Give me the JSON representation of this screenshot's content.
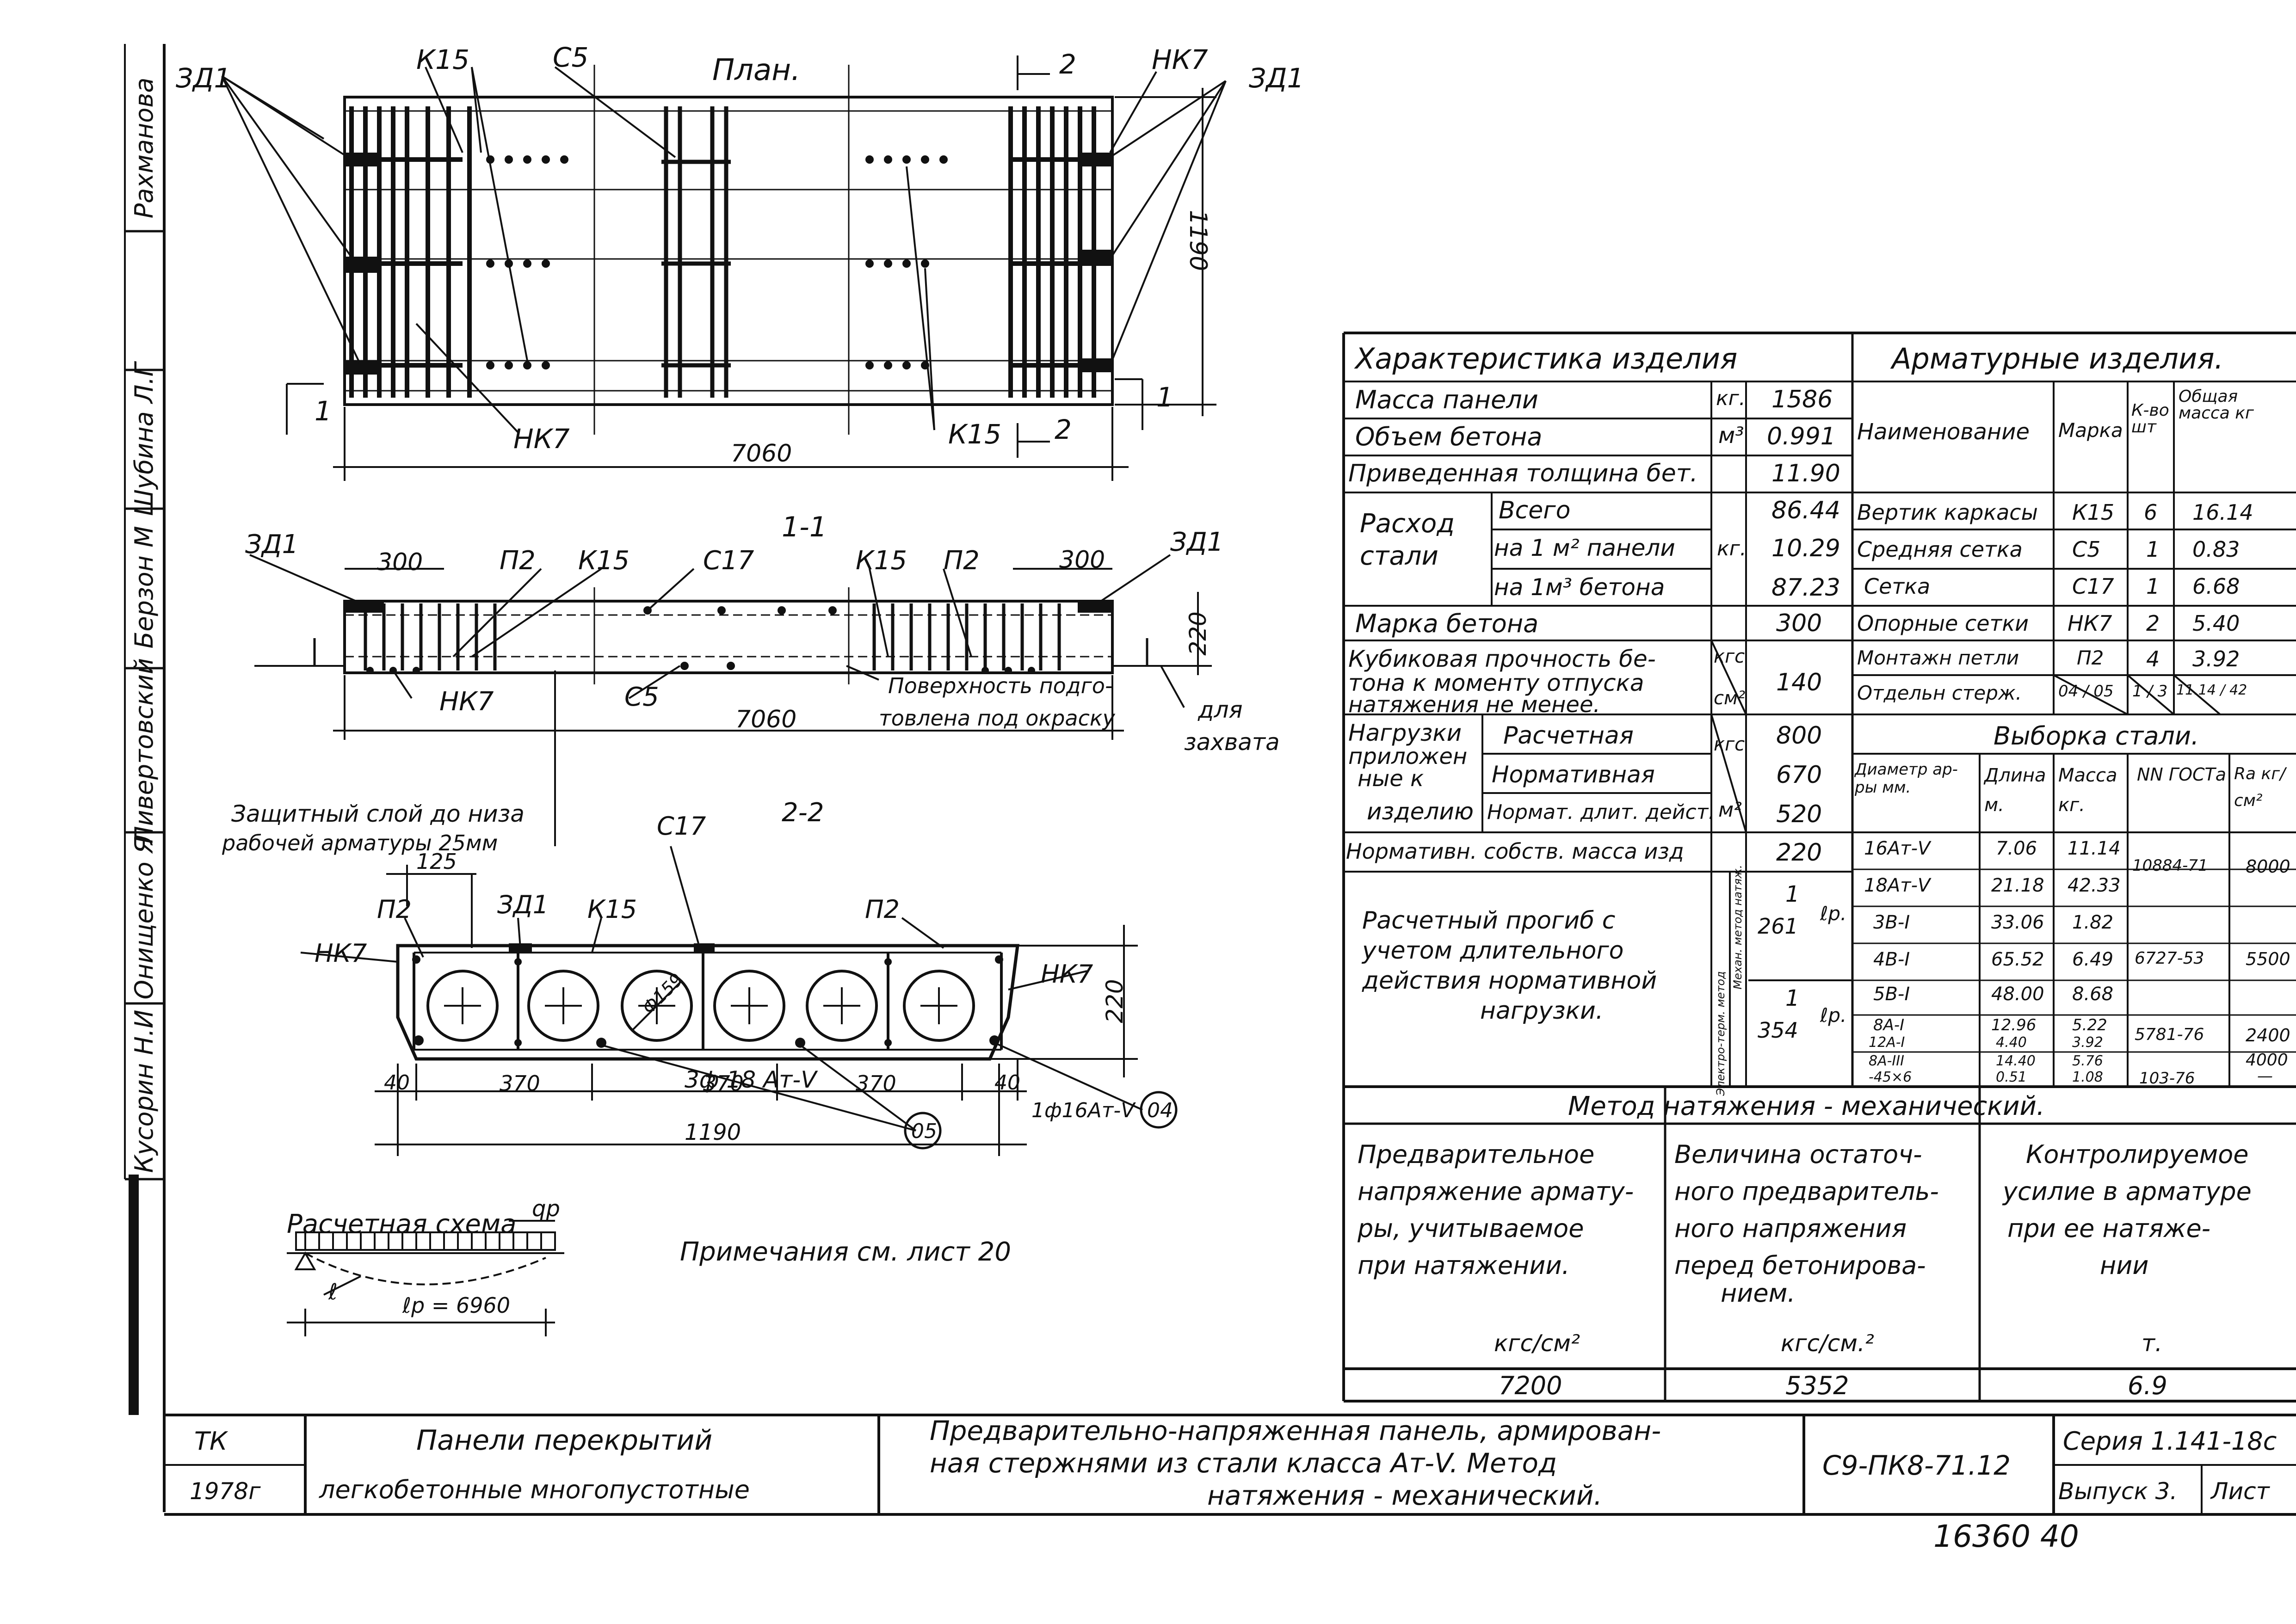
{
  "side_stamp": {
    "names": [
      "Кусорин Н.И",
      "Онищенко Я",
      "Ливертовский",
      "Берзон М",
      "Шубина Л.Г",
      "Рахманова"
    ]
  },
  "plan": {
    "title": "План.",
    "labels": {
      "zd1_left": "ЗД1",
      "k15_top": "К15",
      "c5": "С5",
      "sec2_top": "2",
      "nk7_top": "НК7",
      "zd1_right": "ЗД1",
      "dim_1190": "1190",
      "sec1_left": "1",
      "sec1_right": "1",
      "nk7_bottom": "НК7",
      "dim_7060": "7060",
      "k15_bottom": "К15",
      "sec2_bottom": "2"
    }
  },
  "section11": {
    "title": "1-1",
    "labels": {
      "zd1_left": "ЗД1",
      "dim_300_left": "300",
      "p2_left": "П2",
      "k15_left": "К15",
      "c17": "С17",
      "k15_right": "К15",
      "p2_right": "П2",
      "dim_300_right": "300",
      "zd1_right": "ЗД1",
      "dim_220": "220",
      "nk7": "НК7",
      "c5": "С5",
      "dim_7060": "7060",
      "surface_note_1": "Поверхность подго-",
      "surface_note_2": "товлена под окраску",
      "grip_1": "для",
      "grip_2": "захвата",
      "cover_note_1": "Защитный слой до низа",
      "cover_note_2": "рабочей арматуры 25мм"
    }
  },
  "section22": {
    "title": "2-2",
    "labels": {
      "dim_125": "125",
      "p2_left": "П2",
      "zd1": "ЗД1",
      "k15": "К15",
      "c17": "С17",
      "p2_right": "П2",
      "nk7_left": "НК7",
      "nk7_right": "НК7",
      "phi": "Ф159",
      "dim_220": "220",
      "bars_3": "3ф 18 Ат-V",
      "mark_05": "05",
      "bars_1": "1ф16Ат-V",
      "mark_04": "04",
      "dim_40_left": "40",
      "dim_370_1": "370",
      "dim_370_2": "370",
      "dim_370_3": "370",
      "dim_40_right": "40",
      "dim_1190": "1190"
    }
  },
  "scheme": {
    "title": "Расчетная схема",
    "load": "qр",
    "span": "ℓр = 6960",
    "l_mark": "ℓ",
    "note": "Примечания см. лист 20"
  },
  "characteristics": {
    "header": "Характеристика изделия",
    "rows": [
      {
        "name": "Масса панели",
        "unit": "кг.",
        "value": "1586"
      },
      {
        "name": "Объем бетона",
        "unit": "м³",
        "value": "0.991"
      },
      {
        "name": "Приведенная толщина бет.",
        "unit": "",
        "value": "11.90"
      }
    ],
    "steel": {
      "label_1": "Расход",
      "label_2": "стали",
      "unit": "кг.",
      "rows": [
        {
          "name": "Всего",
          "value": "86.44"
        },
        {
          "name": "на 1 м² панели",
          "value": "10.29"
        },
        {
          "name": "на 1м³ бетона",
          "value": "87.23"
        }
      ]
    },
    "grade": {
      "name": "Марка бетона",
      "value": "300"
    },
    "cube": {
      "line1": "Кубиковая прочность бе-",
      "line2": "тона к моменту отпуска",
      "line3": "натяжения не менее.",
      "unit_1": "кгс",
      "unit_2": "см²",
      "value": "140"
    },
    "loads": {
      "label_1": "Нагрузки",
      "label_2": "приложен",
      "label_3": "ные к",
      "label_4": "изделию",
      "unit_1": "кгс",
      "unit_2": "м²",
      "rows": [
        {
          "name": "Расчетная",
          "value": "800"
        },
        {
          "name": "Нормативная",
          "value": "670"
        },
        {
          "name": "Нормат. длит. дейст.",
          "value": "520"
        }
      ]
    },
    "own_weight": {
      "name": "Нормативн. собств. масса изд",
      "value": "220"
    },
    "deflection": {
      "line1": "Расчетный прогиб с",
      "line2": "учетом длительного",
      "line3": "действия нормативной",
      "line4": "нагрузки.",
      "method_mech": "Механ. метод натяж.",
      "method_el": "Электро-терм. метод",
      "frac_top": "1",
      "frac_bot_1": "261",
      "frac_bot_2": "354",
      "unit": "ℓр."
    }
  },
  "reinforcement": {
    "header": "Арматурные изделия.",
    "columns": [
      "Наименование",
      "Марка",
      "К-во шт",
      "Общая масса кг"
    ],
    "rows": [
      {
        "name": "Вертик каркасы",
        "mark": "К15",
        "qty": "6",
        "mass": "16.14"
      },
      {
        "name": "Средняя сетка",
        "mark": "С5",
        "qty": "1",
        "mass": "0.83"
      },
      {
        "name": "Сетка",
        "mark": "С17",
        "qty": "1",
        "mass": "6.68"
      },
      {
        "name": "Опорные сетки",
        "mark": "НК7",
        "qty": "2",
        "mass": "5.40"
      },
      {
        "name": "Монтажн петли",
        "mark": "П2",
        "qty": "4",
        "mass": "3.92"
      },
      {
        "name": "Отдельн стерж.",
        "mark": "04 / 05",
        "qty": "1 / 3",
        "mass": "11.14 / 42"
      }
    ]
  },
  "steel_selection": {
    "header": "Выборка стали.",
    "columns": [
      "Диаметр ар-ры мм.",
      "Длина м.",
      "Масса кг.",
      "NN ГОСТа",
      "Rа кг/см²"
    ],
    "rows": [
      {
        "dia": "16Ат-V",
        "len": "7.06",
        "mass": "11.14"
      },
      {
        "dia": "18Ат-V",
        "len": "21.18",
        "mass": "42.33"
      },
      {
        "dia": "3В-I",
        "len": "33.06",
        "mass": "1.82"
      },
      {
        "dia": "4В-I",
        "len": "65.52",
        "mass": "6.49"
      },
      {
        "dia": "5В-I",
        "len": "48.00",
        "mass": "8.68"
      },
      {
        "dia": "8А-I",
        "len": "12.96",
        "mass": "5.22"
      },
      {
        "dia": "12А-I",
        "len": "4.40",
        "mass": "3.92"
      },
      {
        "dia": "8А-III",
        "len": "14.40",
        "mass": "5.76"
      },
      {
        "dia": "-45×6",
        "len": "0.51",
        "mass": "1.08"
      }
    ],
    "gost": [
      {
        "code": "10884-71",
        "ra": "8000"
      },
      {
        "code": "6727-53",
        "ra": "5500"
      },
      {
        "code": "5781-76",
        "ra": "2400"
      },
      {
        "code": "",
        "ra": "4000"
      },
      {
        "code": "103-76",
        "ra": "—"
      }
    ]
  },
  "tension": {
    "header": "Метод натяжения - механический.",
    "col1": [
      "Предварительное",
      "напряжение армату-",
      "ры, учитываемое",
      "при натяжении."
    ],
    "col2": [
      "Величина остаточ-",
      "ного предваритель-",
      "ного напряжения",
      "перед бетонирова-",
      "нием."
    ],
    "col3": [
      "Контролируемое",
      "усилие в арматуре",
      "при ее натяже-",
      "нии"
    ],
    "unit1": "кгс/см²",
    "unit2": "кгс/см.²",
    "unit3": "т.",
    "val1": "7200",
    "val2": "5352",
    "val3": "6.9"
  },
  "title_block": {
    "org": "ТК",
    "year": "1978г",
    "name_1": "Панели перекрытий",
    "name_2": "легкобетонные многопустотные",
    "desc_1": "Предварительно-напряженная панель, армирован-",
    "desc_2": "ная стержнями из стали класса Ат-V. Метод",
    "desc_3": "натяжения - механический.",
    "code": "С9-ПК8-71.12",
    "series": "Серия 1.141-18с",
    "issue": "Выпуск 3.",
    "sheet": "Лист",
    "bottom_number": "16360 40"
  }
}
